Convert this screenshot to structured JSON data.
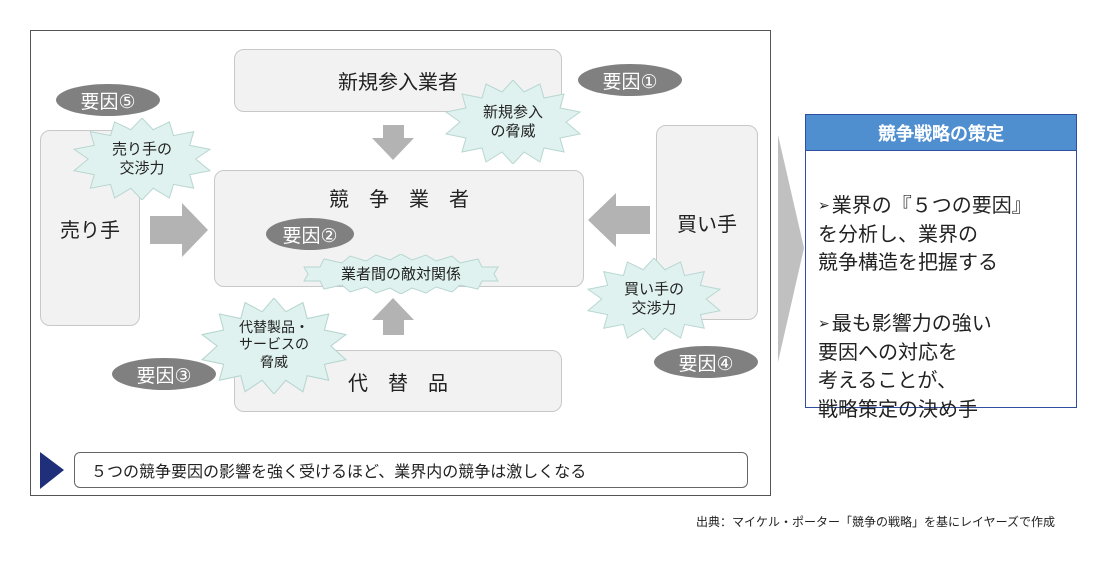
{
  "diagram": {
    "new_entrants": "新規参入業者",
    "competitors": "競　争　業　者",
    "substitutes": "代　替　品",
    "sellers": "売り手",
    "buyers": "買い手",
    "factor1": "要因①",
    "factor2": "要因②",
    "factor3": "要因③",
    "factor4": "要因④",
    "factor5": "要因⑤",
    "threat_new_entrants": "新規参入\nの脅威",
    "seller_power": "売り手の\n交渉力",
    "rivalry": "業者間の敵対関係",
    "buyer_power": "買い手の\n交渉力",
    "threat_substitutes": "代替製品・\nサービスの\n脅威",
    "note": "５つの競争要因の影響を強く受けるほど、業界内の競争は激しくなる"
  },
  "panel": {
    "title": "競争戦略の策定",
    "bullet1": "業界の『５つの要因』\nを分析し、業界の\n競争構造を把握する",
    "bullet2": "最も影響力の強い\n要因への対応を\n考えることが、\n戦略策定の決め手"
  },
  "source": "出典：マイケル・ポーター「競争の戦略」を基にレイヤーズで作成",
  "colors": {
    "box_fill": "#f2f2f2",
    "oval_fill": "#808080",
    "burst_fill": "#dff2ef",
    "arrow_fill": "#b3b3b3",
    "panel_header": "#4f8fd0",
    "panel_border": "#2f4ea0",
    "note_triangle": "#1f2f7a"
  }
}
